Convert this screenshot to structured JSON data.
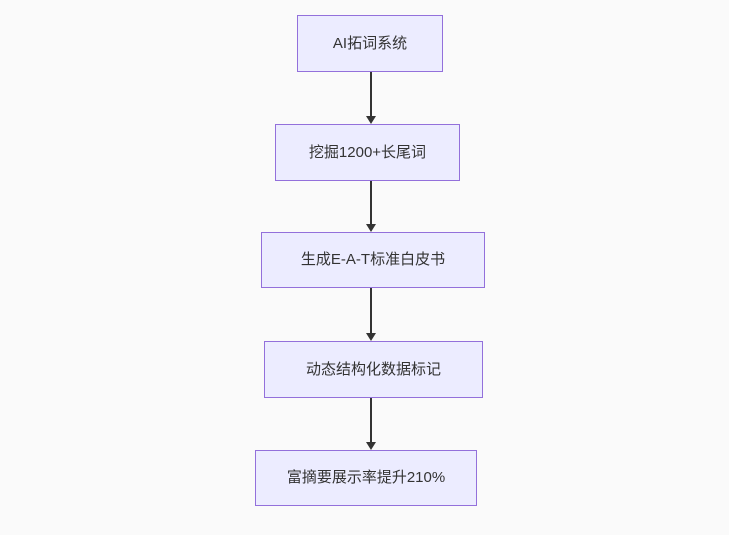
{
  "flowchart": {
    "type": "flowchart",
    "direction": "top-down",
    "nodes": [
      {
        "id": "step-1",
        "label": "AI拓词系统"
      },
      {
        "id": "step-2",
        "label": "挖掘1200+长尾词"
      },
      {
        "id": "step-3",
        "label": "生成E-A-T标准白皮书"
      },
      {
        "id": "step-4",
        "label": "动态结构化数据标记"
      },
      {
        "id": "step-5",
        "label": "富摘要展示率提升210%"
      }
    ],
    "edges": [
      {
        "from": "step-1",
        "to": "step-2",
        "arrow": "down"
      },
      {
        "from": "step-2",
        "to": "step-3",
        "arrow": "down"
      },
      {
        "from": "step-3",
        "to": "step-4",
        "arrow": "down"
      },
      {
        "from": "step-4",
        "to": "step-5",
        "arrow": "down"
      }
    ],
    "style": {
      "canvas_background": "#fafafa",
      "node_fill": "#ECECFF",
      "node_border": "#9370DB",
      "text_color": "#333333",
      "arrow_color": "#333333"
    }
  }
}
